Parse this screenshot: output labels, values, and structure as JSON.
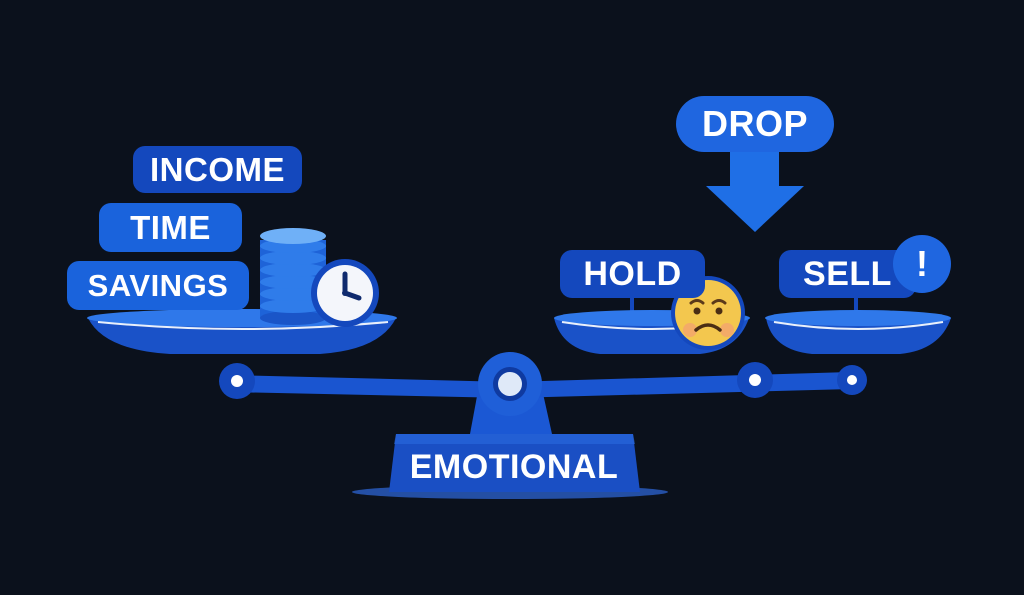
{
  "labels": {
    "income": "INCOME",
    "time": "TIME",
    "savings": "SAVINGS",
    "hold": "HOLD",
    "sell": "SELL",
    "drop": "DROP",
    "emotional": "EMOTIONAL",
    "alert": "!"
  },
  "icons": {
    "coins": "coin-stack-icon",
    "clock": "clock-icon",
    "sad_face": "sad-face-icon",
    "arrow": "arrow-down-icon",
    "alert": "exclamation-icon"
  },
  "colors": {
    "background": "#0b111c",
    "primary_blue": "#1a63dc",
    "dark_blue": "#1448bd",
    "light_blue": "#3d8af2",
    "emoji_yellow": "#f3c74e"
  }
}
